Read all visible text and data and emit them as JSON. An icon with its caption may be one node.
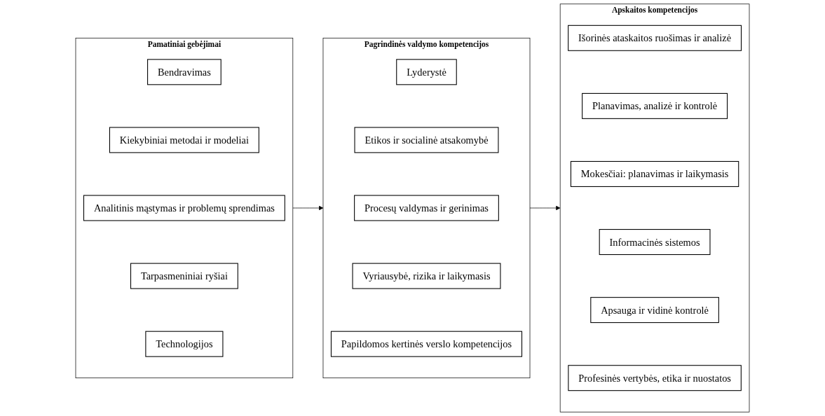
{
  "diagram": {
    "nodes": [
      {
        "text": [
          "Pamatiniai gebėjimai"
        ]
      },
      {
        "text": [
          "Bendravimas"
        ],
        "in": 0
      },
      {
        "text": [
          "Kiekybiniai metodai ir modeliai"
        ],
        "in": 0
      },
      {
        "text": [
          "Analitinis mąstymas ir problemų sprendimas"
        ],
        "in": 0
      },
      {
        "text": [
          "Tarpasmeniniai ryšiai"
        ],
        "in": 0
      },
      {
        "text": [
          "Technologijos"
        ],
        "in": 0
      },
      {
        "text": [
          "Pagrindinės valdymo kompetencijos"
        ]
      },
      {
        "text": [
          "Lyderystė"
        ],
        "in": 6
      },
      {
        "text": [
          "Etikos ir socialinė atsakomybė"
        ],
        "in": 6
      },
      {
        "text": [
          "Procesų valdymas ir gerinimas"
        ],
        "in": 6
      },
      {
        "text": [
          "Vyriausybė, rizika ir laikymasis"
        ],
        "in": 6
      },
      {
        "text": [
          "Papildomos kertinės verslo kompetencijos"
        ],
        "in": 6
      },
      {
        "text": [
          "Apskaitos kompetencijos"
        ]
      },
      {
        "text": [
          "Išorinės ataskaitos ruošimas ir analizė"
        ],
        "in": 12
      },
      {
        "text": [
          "Planavimas, analizė ir kontrolė"
        ],
        "in": 12
      },
      {
        "text": [
          "Mokesčiai: planavimas ir laikymasis"
        ],
        "in": 12
      },
      {
        "text": [
          "Informacinės sistemos"
        ],
        "in": 12
      },
      {
        "text": [
          "Apsauga ir vidinė kontrolė"
        ],
        "in": 12
      },
      {
        "text": [
          "Profesinės vertybės, etika ir nuostatos"
        ],
        "in": 12
      }
    ],
    "edges": [
      {
        "from": 0,
        "to": 6,
        "arrow": "to"
      },
      {
        "from": 6,
        "to": 12,
        "arrow": "to"
      }
    ]
  }
}
